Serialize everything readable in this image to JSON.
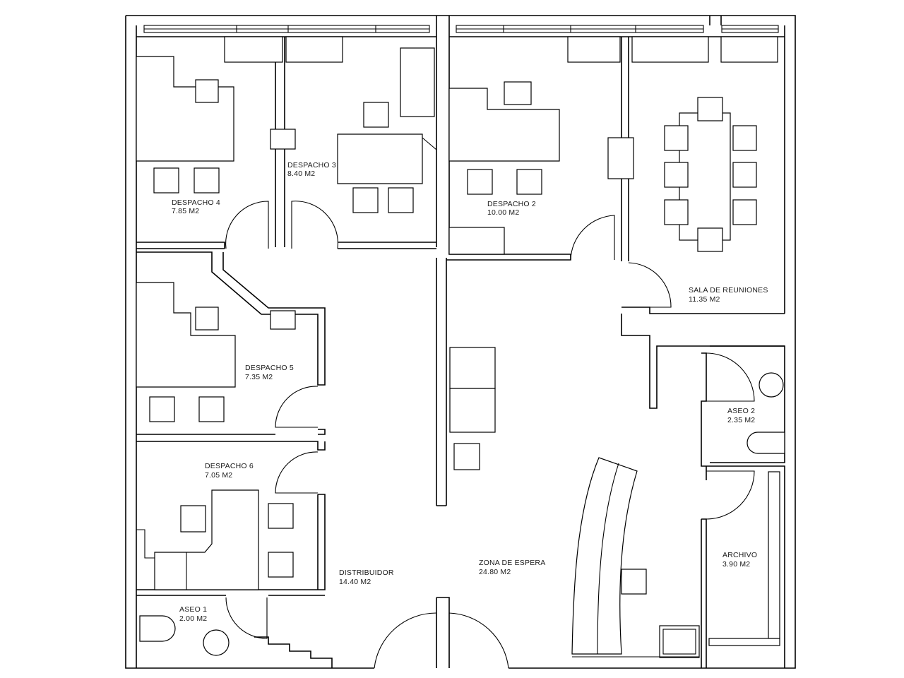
{
  "plan_title": "",
  "rooms": [
    {
      "id": "despacho-4",
      "name": "DESPACHO 4",
      "area": "7.85 M2"
    },
    {
      "id": "despacho-3",
      "name": "DESPACHO 3",
      "area": "8.40 M2"
    },
    {
      "id": "despacho-2",
      "name": "DESPACHO 2",
      "area": "10.00 M2"
    },
    {
      "id": "sala-reuniones",
      "name": "SALA DE REUNIONES",
      "area": "11.35 M2"
    },
    {
      "id": "despacho-5",
      "name": "DESPACHO 5",
      "area": "7.35 M2"
    },
    {
      "id": "aseo-2",
      "name": "ASEO 2",
      "area": "2.35 M2"
    },
    {
      "id": "despacho-6",
      "name": "DESPACHO 6",
      "area": "7.05 M2"
    },
    {
      "id": "archivo",
      "name": "ARCHIVO",
      "area": "3.90 M2"
    },
    {
      "id": "distribuidor",
      "name": "DISTRIBUIDOR",
      "area": "14.40 M2"
    },
    {
      "id": "zona-espera",
      "name": "ZONA DE ESPERA",
      "area": "24.80 M2"
    },
    {
      "id": "aseo-1",
      "name": "ASEO 1",
      "area": "2.00 M2"
    }
  ],
  "colors": {
    "line": "#000000",
    "background": "#ffffff",
    "text": "#1a1a1a"
  }
}
